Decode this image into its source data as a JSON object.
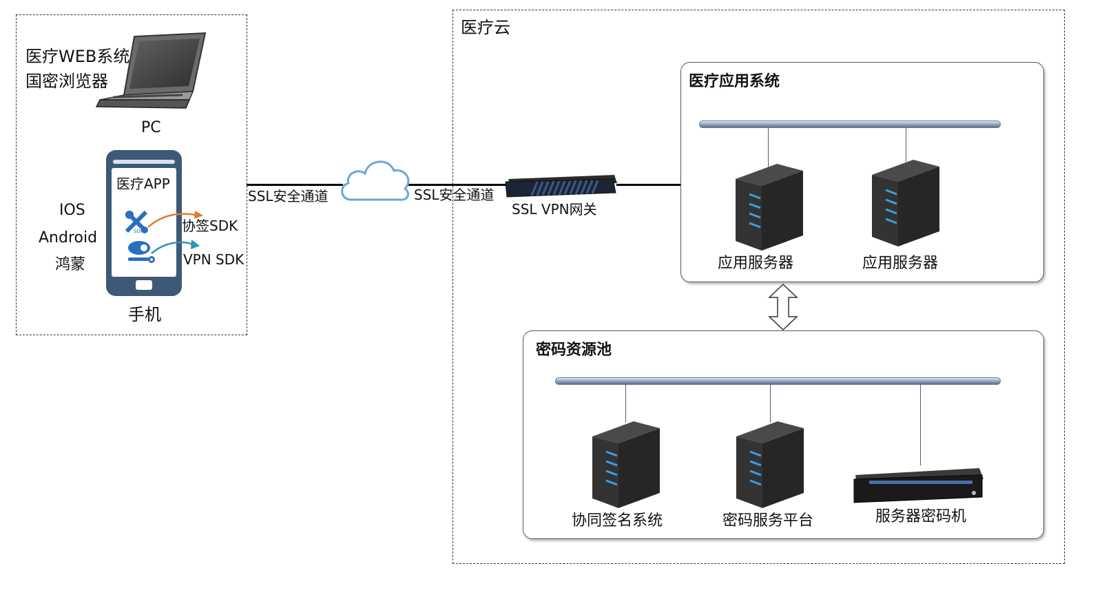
{
  "client": {
    "pc_text_line1": "医疗WEB系统",
    "pc_text_line2": "国密浏览器",
    "pc_label": "PC",
    "phone_app_label": "医疗APP",
    "os_ios": "IOS",
    "os_android": "Android",
    "os_harmony": "鸿蒙",
    "cosign_sdk_label": "协签SDK",
    "vpn_sdk_label": "VPN  SDK",
    "phone_label": "手机"
  },
  "network": {
    "tunnel_left_label": "SSL安全通道",
    "tunnel_right_label": "SSL安全通道",
    "vpn_gateway_label": "SSL  VPN网关"
  },
  "cloud": {
    "title": "医疗云",
    "app_system": {
      "title": "医疗应用系统",
      "servers": [
        "应用服务器",
        "应用服务器"
      ]
    },
    "crypto_pool": {
      "title": "密码资源池",
      "devices": [
        "协同签名系统",
        "密码服务平台",
        "服务器密码机"
      ]
    }
  }
}
